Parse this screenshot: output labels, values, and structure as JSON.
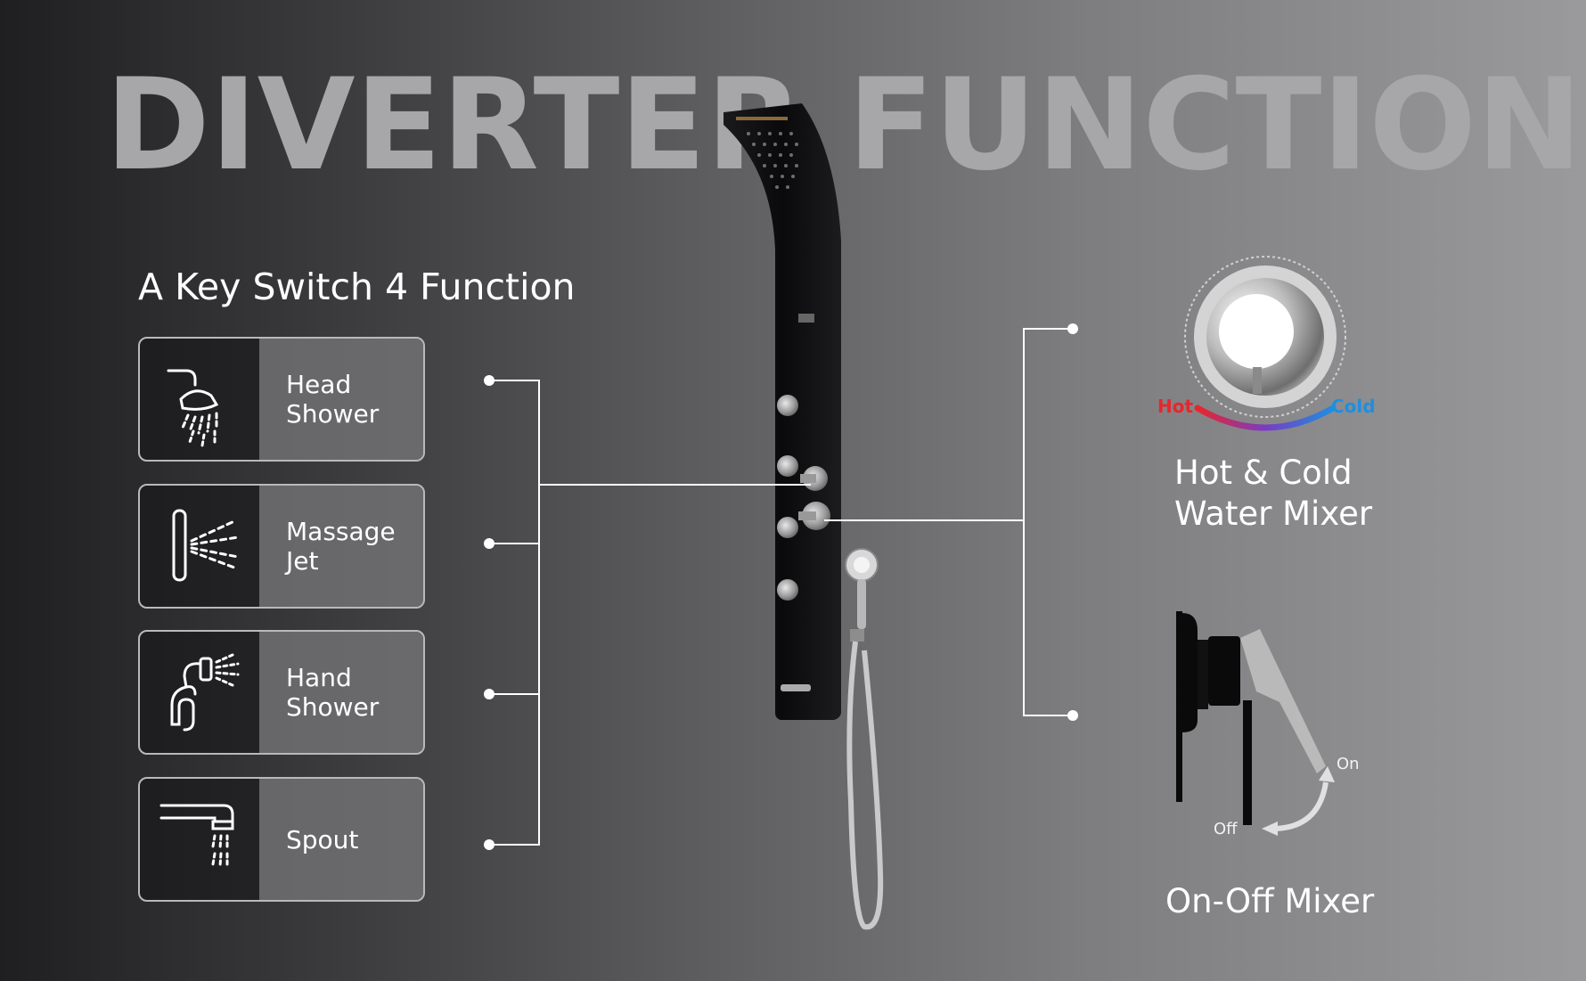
{
  "headline": "DIVERTER FUNCTION",
  "subtitle": "A Key Switch 4 Function",
  "functions": [
    {
      "label": "Head\nShower",
      "icon": "head-shower-icon"
    },
    {
      "label": "Massage\nJet",
      "icon": "massage-jet-icon"
    },
    {
      "label": "Hand\nShower",
      "icon": "hand-shower-icon"
    },
    {
      "label": "Spout",
      "icon": "spout-icon"
    }
  ],
  "mixers": {
    "hot_cold": {
      "title": "Hot & Cold\nWater Mixer",
      "hot_label": "Hot",
      "cold_label": "Cold",
      "hot_color": "#e8262b",
      "cold_color": "#1e8fe0"
    },
    "on_off": {
      "title": "On-Off Mixer",
      "on_label": "On",
      "off_label": "Off"
    }
  },
  "panel_color": "#0d0d0f"
}
